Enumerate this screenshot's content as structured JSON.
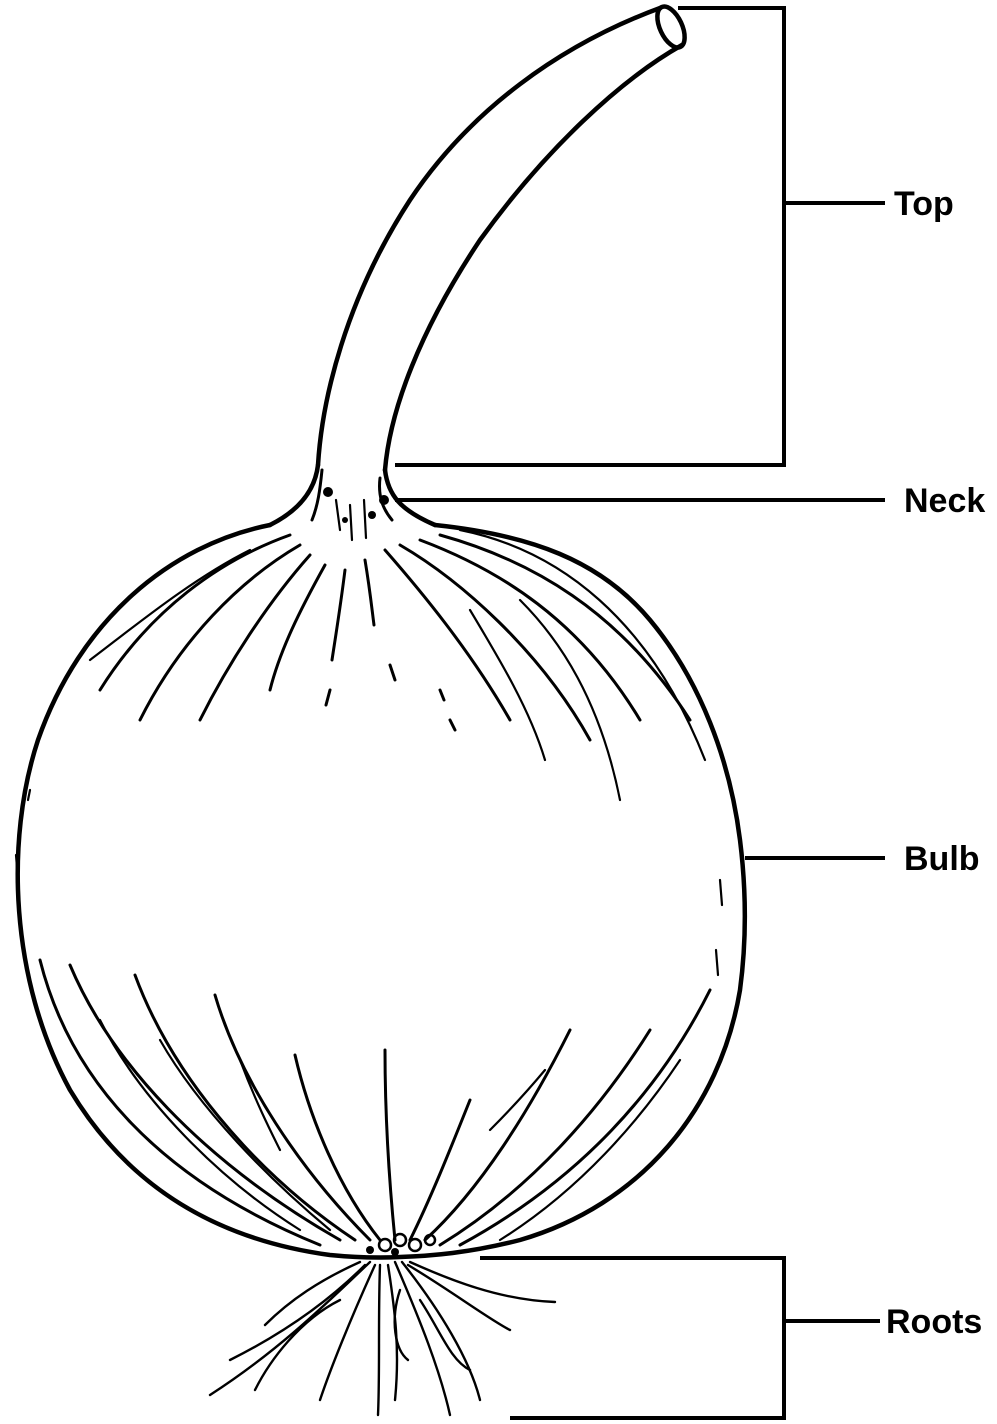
{
  "labels": {
    "top": "Top",
    "neck": "Neck",
    "bulb": "Bulb",
    "roots": "Roots"
  },
  "colors": {
    "ink": "#000000",
    "background": "#ffffff"
  }
}
